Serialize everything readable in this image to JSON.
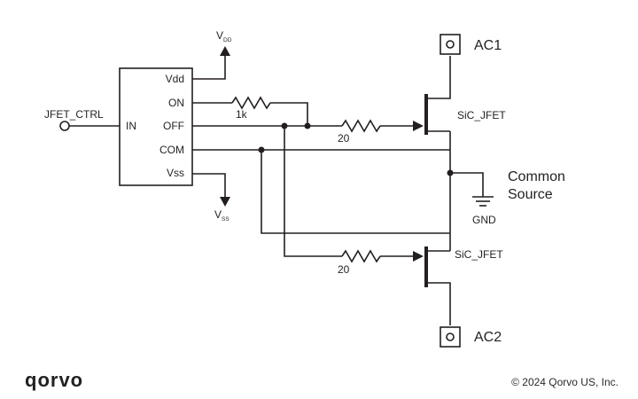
{
  "driver": {
    "in_label": "IN",
    "pins": [
      "Vdd",
      "ON",
      "OFF",
      "COM",
      "Vss"
    ]
  },
  "input_label": "JFET_CTRL",
  "supply_top": {
    "main": "V",
    "sub": "DD"
  },
  "supply_bottom": {
    "main": "V",
    "sub": "SS"
  },
  "resistors": {
    "on": "1k",
    "gate_top": "20",
    "gate_bottom": "20"
  },
  "jfet_top_label": "SiC_JFET",
  "jfet_bottom_label": "SiC_JFET",
  "terminal_top": "AC1",
  "terminal_bottom": "AC2",
  "common_source": [
    "Common",
    "Source"
  ],
  "ground_label": "GND",
  "footer": {
    "logo": "qorvo",
    "copyright": "© 2024 Qorvo US, Inc."
  }
}
